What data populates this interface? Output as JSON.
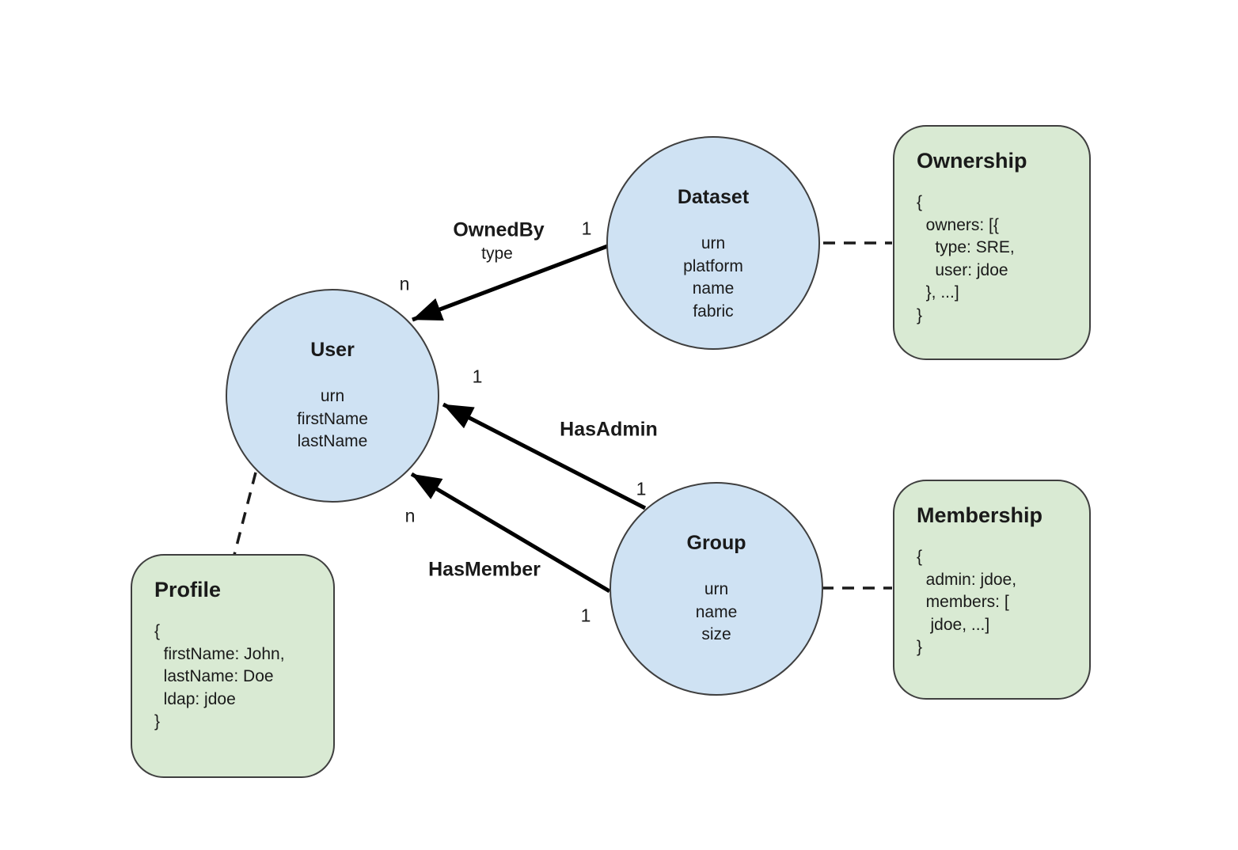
{
  "diagram": {
    "background": "#ffffff",
    "entity_fill": "#cfe2f3",
    "entity_border": "#3f3f3f",
    "aspect_fill": "#d9ead3",
    "aspect_border": "#3f3f3f",
    "edge_color": "#000000",
    "text_color": "#1a1a1a"
  },
  "entities": {
    "dataset": {
      "title": "Dataset",
      "attrs": [
        "urn",
        "platform",
        "name",
        "fabric"
      ]
    },
    "user": {
      "title": "User",
      "attrs": [
        "urn",
        "firstName",
        "lastName"
      ]
    },
    "group": {
      "title": "Group",
      "attrs": [
        "urn",
        "name",
        "size"
      ]
    }
  },
  "aspects": {
    "ownership": {
      "title": "Ownership",
      "lines": [
        "{",
        "  owners: [{",
        "    type: SRE,",
        "    user: jdoe",
        "  }, ...]",
        "}"
      ]
    },
    "membership": {
      "title": "Membership",
      "lines": [
        "{",
        "  admin: jdoe,",
        "  members: [",
        "   jdoe, ...]",
        "}"
      ]
    },
    "profile": {
      "title": "Profile",
      "lines": [
        "{",
        "  firstName: John,",
        "  lastName: Doe",
        "  ldap: jdoe",
        "}"
      ]
    }
  },
  "edges": {
    "ownedby": {
      "label": "OwnedBy",
      "sublabel": "type",
      "from_card": "1",
      "to_card": "n"
    },
    "hasadmin": {
      "label": "HasAdmin",
      "from_card": "1",
      "to_card": "1"
    },
    "hasmember": {
      "label": "HasMember",
      "from_card": "1",
      "to_card": "n"
    }
  }
}
